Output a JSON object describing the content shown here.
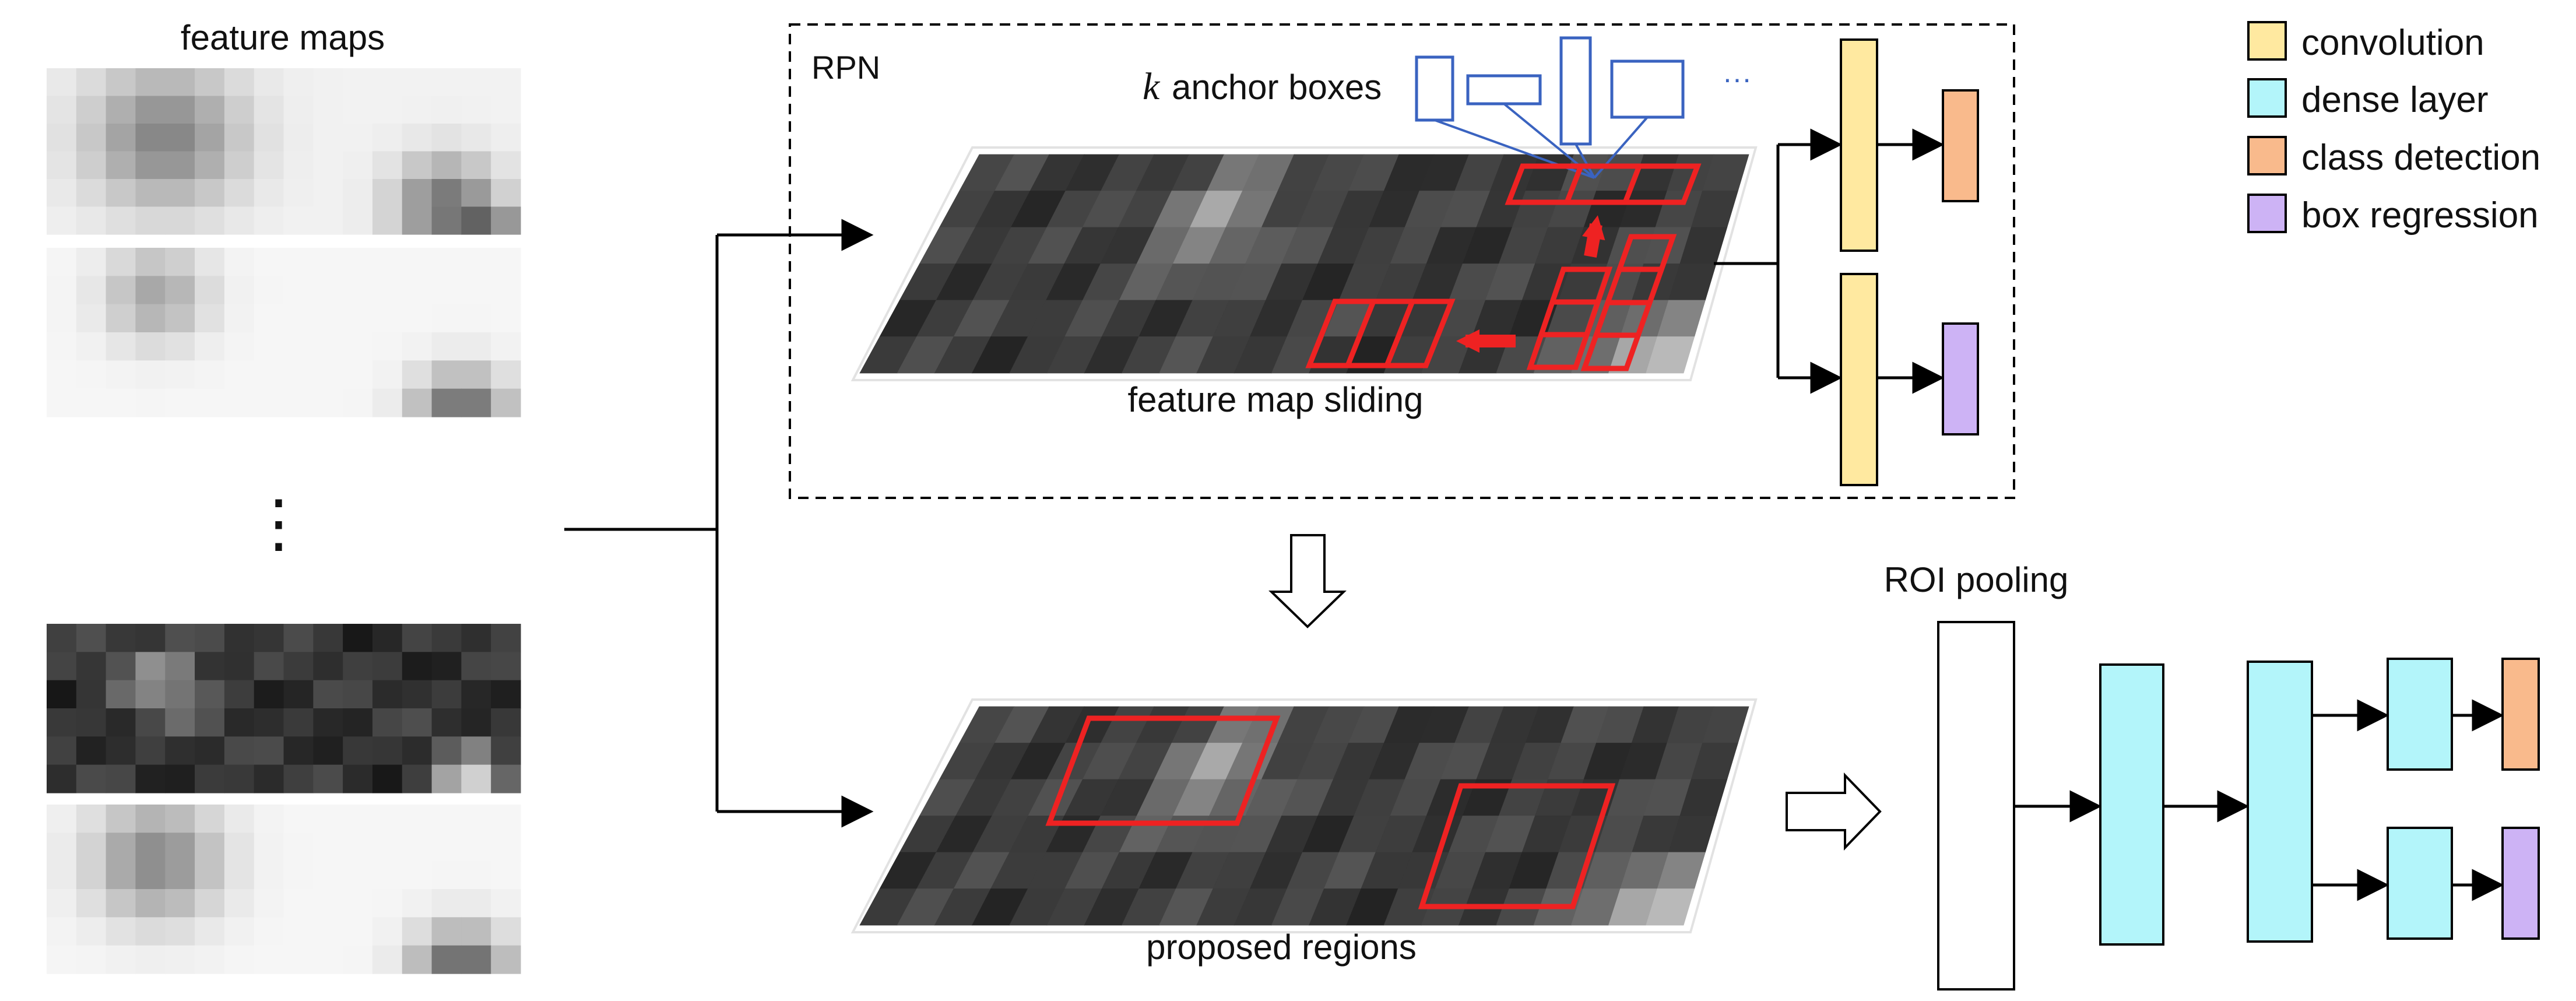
{
  "labels": {
    "feature_maps": "feature maps",
    "vertical_dots": "⋮",
    "rpn": "RPN",
    "k_symbol": "k",
    "anchor_boxes": "anchor boxes",
    "anchor_more": "···",
    "feature_map_sliding": "feature map sliding",
    "proposed_regions": "proposed regions",
    "roi_pooling": "ROI pooling"
  },
  "legend": [
    {
      "key": "convolution",
      "label": "convolution",
      "color": "#FFE9A0"
    },
    {
      "key": "dense",
      "label": "dense layer",
      "color": "#B3F5FA"
    },
    {
      "key": "class",
      "label": "class detection",
      "color": "#F9BA8C"
    },
    {
      "key": "box",
      "label": "box regression",
      "color": "#CDB3F5"
    }
  ],
  "colors": {
    "anchor_stroke": "#3A63C0",
    "highlight_stroke": "#EE2222",
    "line": "#000000",
    "dashed_border": "#000000"
  },
  "icons": {
    "hollow_down_arrow": "hollow-down-arrow-icon",
    "hollow_right_arrow": "hollow-right-arrow-icon"
  }
}
